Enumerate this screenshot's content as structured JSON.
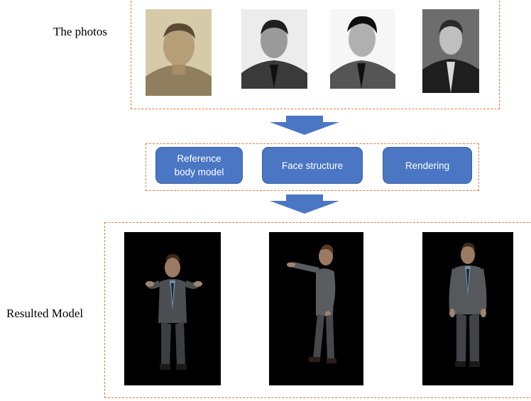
{
  "photos_section": {
    "label": "The photos"
  },
  "pipeline": {
    "steps": [
      {
        "label_line1": "Reference",
        "label_line2": "body model"
      },
      {
        "label": "Face structure"
      },
      {
        "label": "Rendering"
      }
    ]
  },
  "result_section": {
    "label": "Resulted Model"
  },
  "colors": {
    "dash_border": "#e07b3a",
    "step_fill": "#4a76c4",
    "arrow_fill": "#4a76c4"
  },
  "icons": [
    "portrait-photo",
    "arrow-down-icon",
    "rendered-figure"
  ]
}
